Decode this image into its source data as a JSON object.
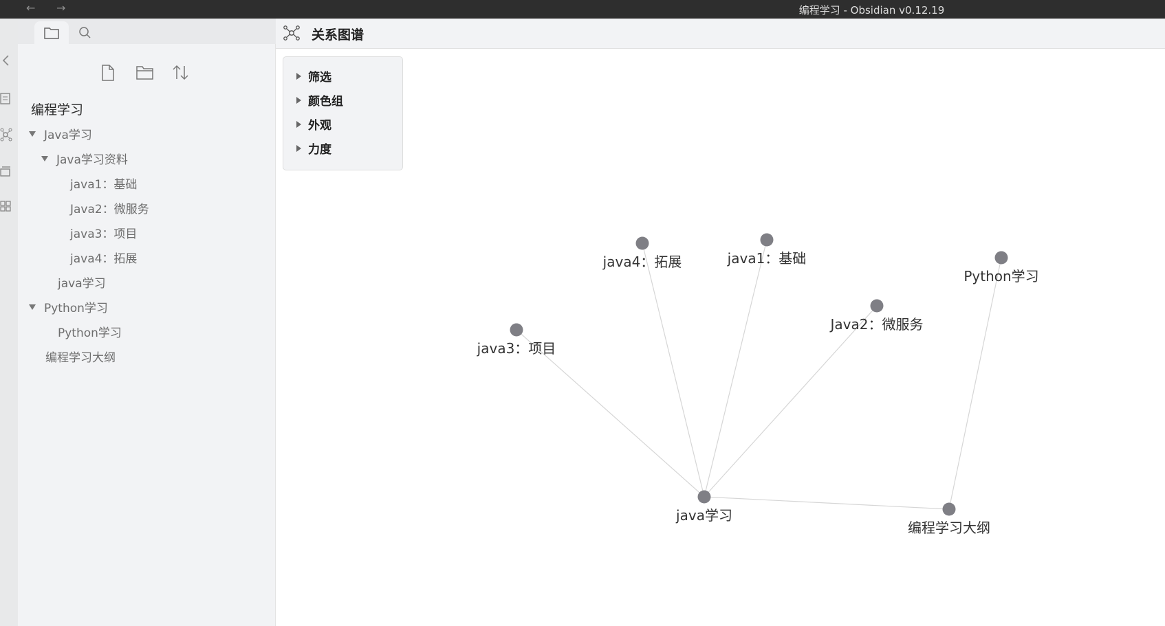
{
  "window": {
    "title": "编程学习 - Obsidian v0.12.19",
    "back_glyph": "←",
    "forward_glyph": "→"
  },
  "ribbon": {
    "icons": [
      "collapse-icon",
      "note-icon",
      "graph-icon",
      "cards-icon",
      "plugins-icon"
    ]
  },
  "sidebar": {
    "tabs": [
      "folder-icon",
      "search-icon"
    ],
    "actions": [
      "new-note-icon",
      "new-folder-icon",
      "sort-icon"
    ],
    "vault_name": "编程学习",
    "tree": [
      {
        "label": "Java学习",
        "type": "folder",
        "expanded": true
      },
      {
        "label": "Java学习资料",
        "type": "folder",
        "expanded": true
      },
      {
        "label": "java1：基础",
        "type": "file"
      },
      {
        "label": "Java2：微服务",
        "type": "file"
      },
      {
        "label": "java3：项目",
        "type": "file"
      },
      {
        "label": "java4：拓展",
        "type": "file"
      },
      {
        "label": "java学习",
        "type": "file"
      },
      {
        "label": "Python学习",
        "type": "folder",
        "expanded": true
      },
      {
        "label": "Python学习",
        "type": "file"
      },
      {
        "label": "编程学习大纲",
        "type": "file"
      }
    ]
  },
  "main": {
    "header_title": "关系图谱",
    "panel": [
      "筛选",
      "颜色组",
      "外观",
      "力度"
    ]
  },
  "graph": {
    "nodes": [
      {
        "id": "java4",
        "label": "java4：拓展"
      },
      {
        "id": "java1",
        "label": "java1：基础"
      },
      {
        "id": "python",
        "label": "Python学习"
      },
      {
        "id": "java2",
        "label": "Java2：微服务"
      },
      {
        "id": "java3",
        "label": "java3：项目"
      },
      {
        "id": "javastudy",
        "label": "java学习"
      },
      {
        "id": "outline",
        "label": "编程学习大纲"
      }
    ],
    "edges": [
      [
        "javastudy",
        "java3"
      ],
      [
        "javastudy",
        "java4"
      ],
      [
        "javastudy",
        "java1"
      ],
      [
        "javastudy",
        "java2"
      ],
      [
        "javastudy",
        "outline"
      ],
      [
        "outline",
        "python"
      ]
    ],
    "node_color": "#7f7f85",
    "edge_color": "#d6d6d6"
  }
}
